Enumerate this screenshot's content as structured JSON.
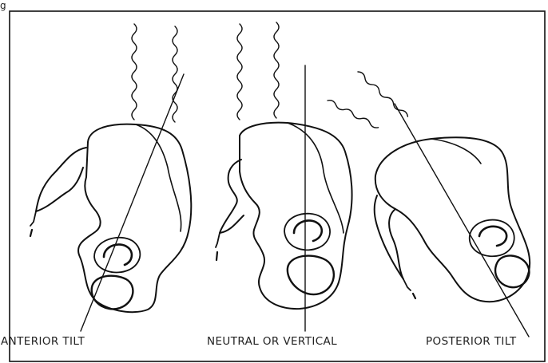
{
  "figure": {
    "label": "g",
    "panels": [
      {
        "caption": "ANTERIOR TILT"
      },
      {
        "caption": "NEUTRAL OR VERTICAL"
      },
      {
        "caption": "POSTERIOR TILT"
      }
    ]
  },
  "colors": {
    "ink": "#111111",
    "background": "#ffffff"
  }
}
